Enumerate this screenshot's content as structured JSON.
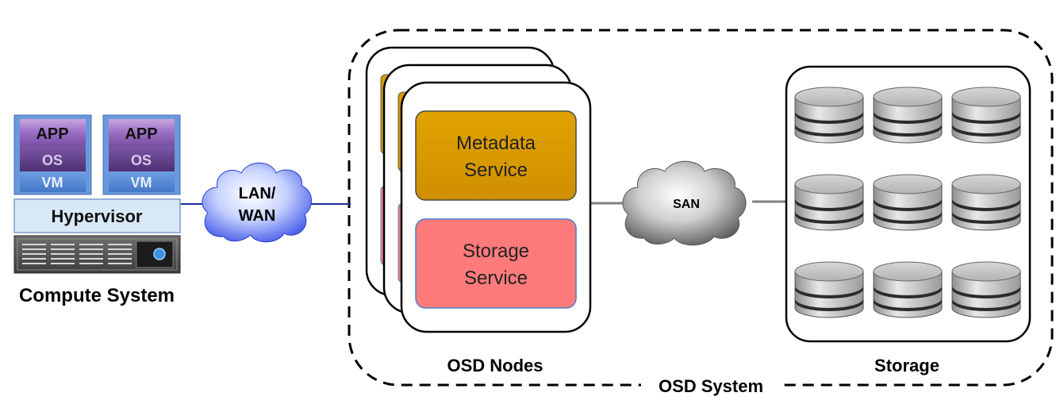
{
  "compute_system": {
    "vms": [
      {
        "app": "APP",
        "os": "OS",
        "vm": "VM"
      },
      {
        "app": "APP",
        "os": "OS",
        "vm": "VM"
      }
    ],
    "hypervisor": "Hypervisor",
    "caption": "Compute System"
  },
  "network": {
    "lan_line1": "LAN/",
    "lan_line2": "WAN",
    "san": "SAN"
  },
  "osd_nodes": {
    "metadata_line1": "Metadata",
    "metadata_line2": "Service",
    "storage_line1": "Storage",
    "storage_line2": "Service",
    "caption": "OSD Nodes"
  },
  "storage": {
    "caption": "Storage"
  },
  "osd_system": {
    "caption": "OSD System"
  },
  "colors": {
    "app_purple": "#7b4fa0",
    "os_purple": "#5d3a82",
    "vm_blue": "#5b8fd6",
    "hypervisor_fill": "#d8e8f7",
    "lan_cloud": "#3355ee",
    "san_cloud": "#555555",
    "metadata_fill": "#d99a00",
    "storage_service_fill": "#ff7a7a",
    "link_blue": "#1d2f9e",
    "link_gray": "#808080"
  }
}
